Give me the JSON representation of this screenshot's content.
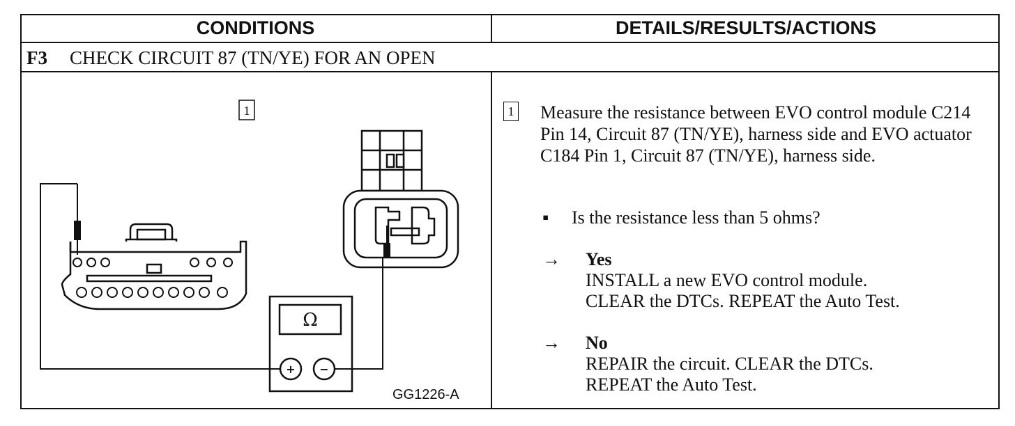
{
  "table": {
    "header_conditions": "CONDITIONS",
    "header_details": "DETAILS/RESULTS/ACTIONS",
    "step_id": "F3",
    "step_title": "CHECK CIRCUIT 87 (TN/YE) FOR AN OPEN"
  },
  "figure": {
    "callout": "1",
    "meter_symbol": "Ω",
    "plus_symbol": "+",
    "minus_symbol": "−",
    "figure_id": "GG1226-A"
  },
  "details": {
    "callout": "1",
    "instruction": "Measure the resistance between EVO control module C214 Pin 14, Circuit 87 (TN/YE), harness side and EVO actuator C184 Pin 1, Circuit 87 (TN/YE), harness side.",
    "bullet": "▪",
    "question": "Is the resistance less than 5 ohms?",
    "arrow": "→",
    "yes_label": "Yes",
    "yes_line1": "INSTALL a new EVO control module.",
    "yes_line2": "CLEAR the DTCs. REPEAT the Auto Test.",
    "no_label": "No",
    "no_line1": "REPAIR the circuit. CLEAR the DTCs.",
    "no_line2": "REPEAT the Auto Test."
  }
}
